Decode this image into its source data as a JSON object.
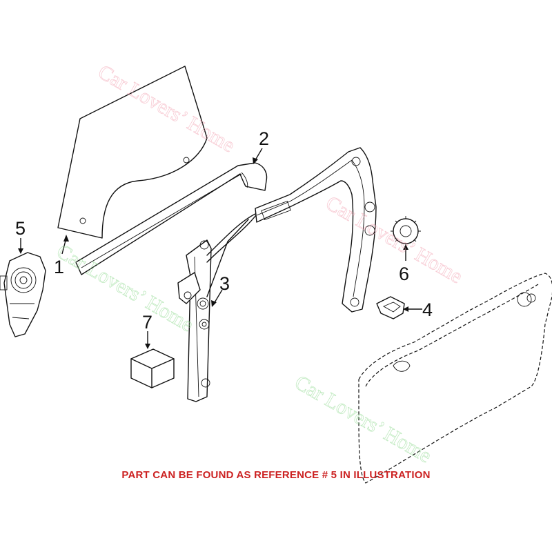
{
  "callouts": {
    "c1": "1",
    "c2": "2",
    "c3": "3",
    "c4": "4",
    "c5": "5",
    "c6": "6",
    "c7": "7"
  },
  "watermark": {
    "text": "Car Lovers’ Home",
    "color_pink": "#f2a0b0",
    "color_green": "#8fd98f"
  },
  "note": {
    "text": "PART CAN BE FOUND AS REFERENCE # 5 IN ILLUSTRATION",
    "color": "#cc2222"
  }
}
